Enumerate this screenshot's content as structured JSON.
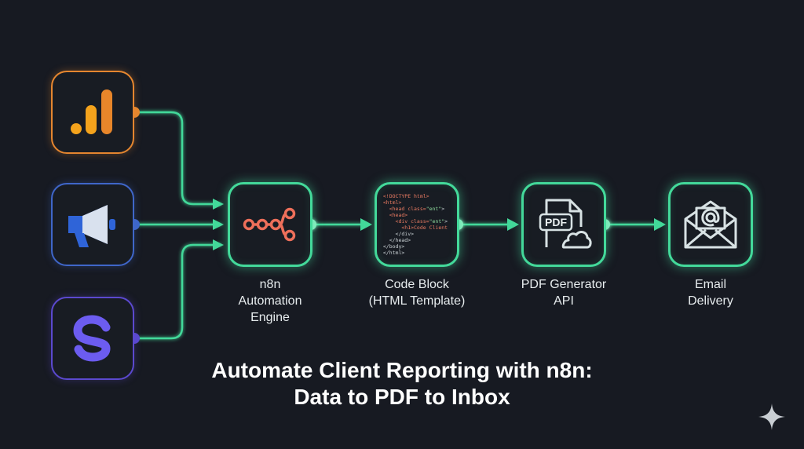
{
  "diagram": {
    "sources": [
      {
        "name": "google-analytics",
        "icon": "bar-chart-icon",
        "color": "#e5862f"
      },
      {
        "name": "google-ads",
        "icon": "megaphone-icon",
        "color": "#3f66c9"
      },
      {
        "name": "s-app",
        "icon": "s-letter-icon",
        "color": "#5b49cf"
      }
    ],
    "steps": [
      {
        "label": "n8n\nAutomation\nEngine",
        "icon": "n8n-logo-icon"
      },
      {
        "label": "Code Block\n(HTML Template)",
        "icon": "html-code-icon"
      },
      {
        "label": "PDF Generator\nAPI",
        "icon": "pdf-cloud-icon",
        "badge": "PDF"
      },
      {
        "label": "Email\nDelivery",
        "icon": "email-envelope-icon"
      }
    ],
    "code_lines": [
      "<!DOCTYPE html>",
      "<html>",
      "  <head class=\"ent\">",
      "  <head>",
      "    <div class=\"ent\">",
      "      <h1>Code Client",
      "    </div>",
      "  </head>",
      "</body>",
      "</html>"
    ],
    "title_line1": "Automate Client Reporting with n8n:",
    "title_line2": "Data to PDF to Inbox",
    "colors": {
      "accent": "#43d99a",
      "background": "#171a22",
      "n8n_logo": "#ee6f5a"
    }
  }
}
